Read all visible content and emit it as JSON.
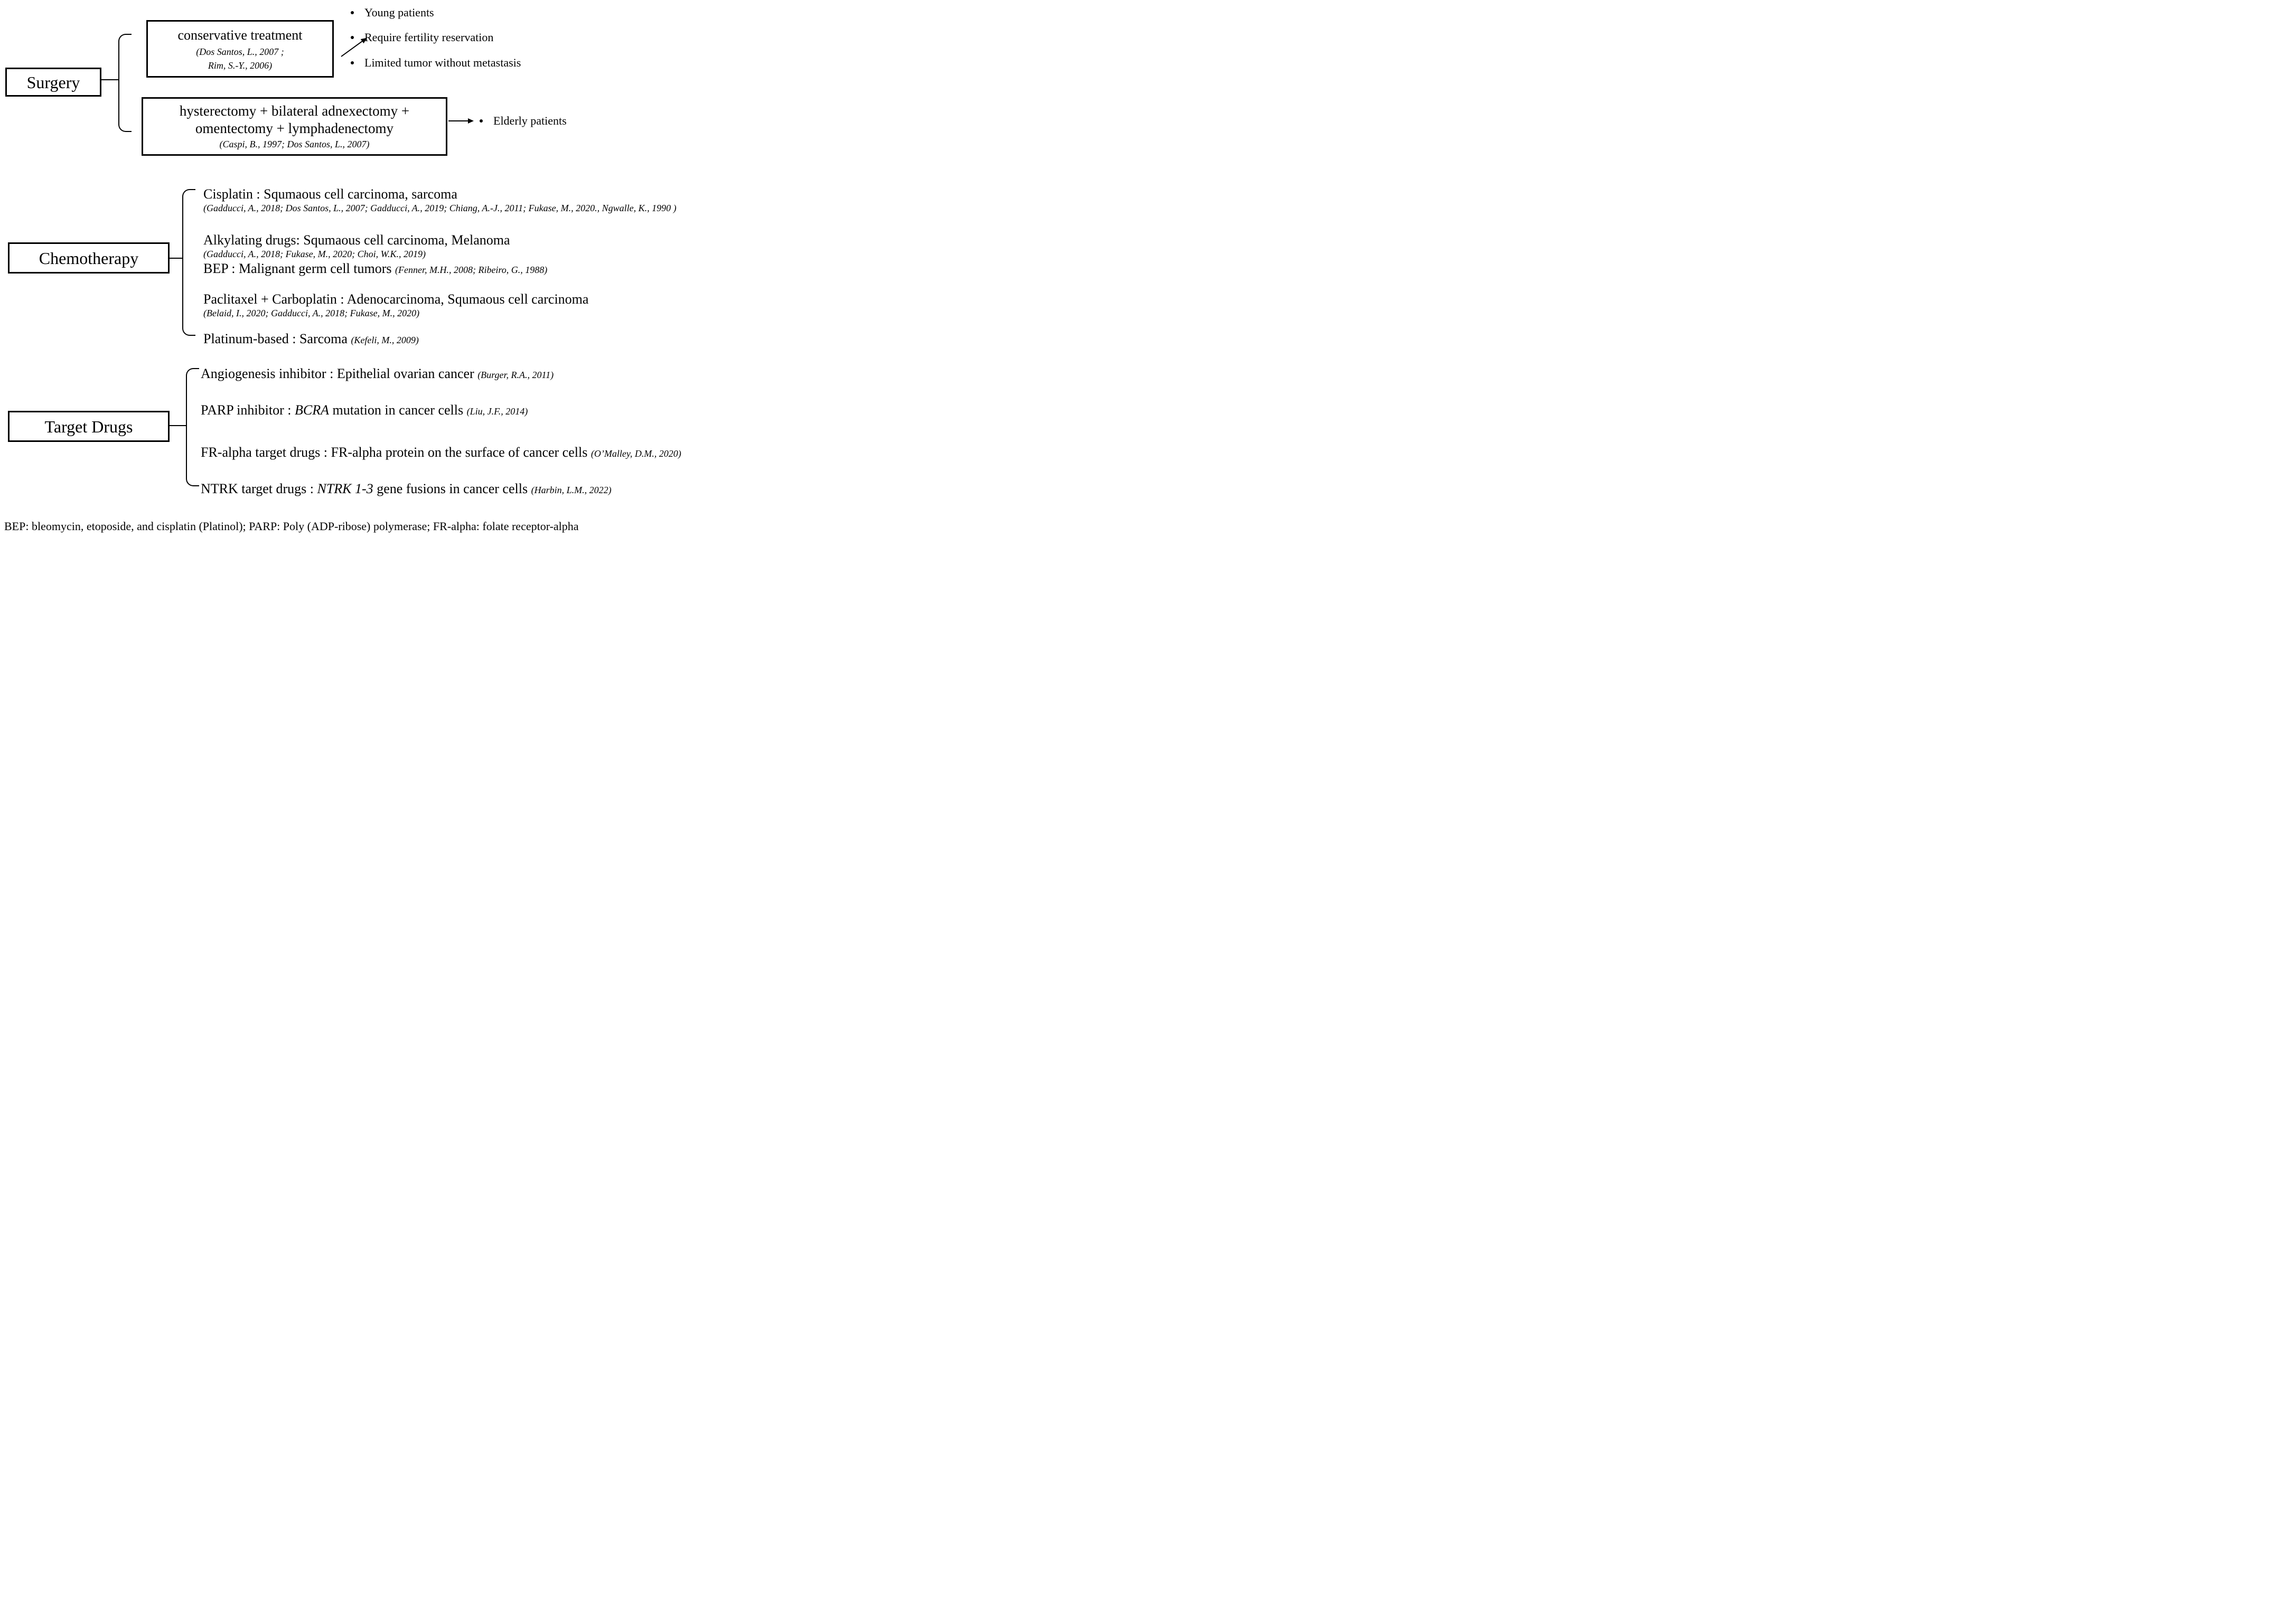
{
  "figure": {
    "background": "#ffffff",
    "ink": "#000000"
  },
  "surgery": {
    "label": "Surgery",
    "conservative": {
      "title": "conservative treatment",
      "citation_line1": "(Dos Santos, L., 2007 ;",
      "citation_line2": "Rim, S.-Y., 2006)",
      "bullets": [
        "Young patients",
        "Require fertility reservation",
        "Limited tumor without metastasis"
      ]
    },
    "radical": {
      "line1": "hysterectomy + bilateral adnexectomy +",
      "line2": "omentectomy +  lymphadenectomy",
      "citation": "(Caspi, B., 1997; Dos Santos, L., 2007)",
      "bullets": [
        "Elderly patients"
      ]
    }
  },
  "chemotherapy": {
    "label": "Chemotherapy",
    "items": [
      {
        "main": "Cisplatin : Squmaous cell carcinoma, sarcoma",
        "cite": "(Gadducci, A., 2018; Dos Santos, L., 2007; Gadducci, A., 2019; Chiang, A.-J.,  2011; Fukase, M., 2020., Ngwalle, K., 1990 )"
      },
      {
        "main": "Alkylating drugs: Squmaous cell carcinoma, Melanoma",
        "cite": "(Gadducci, A., 2018; Fukase, M., 2020; Choi, W.K., 2019)"
      },
      {
        "main": "BEP : Malignant germ cell tumors",
        "cite": "(Fenner, M.H., 2008; Ribeiro, G., 1988)"
      },
      {
        "main": "Paclitaxel + Carboplatin : Adenocarcinoma, Squmaous cell carcinoma",
        "cite": "(Belaid, I., 2020; Gadducci, A., 2018; Fukase, M., 2020)"
      },
      {
        "main": "Platinum-based : Sarcoma",
        "cite": "(Kefeli, M., 2009)"
      }
    ]
  },
  "target_drugs": {
    "label": "Target Drugs",
    "items": [
      {
        "pre": "Angiogenesis inhibitor : Epithelial ovarian cancer ",
        "em": "",
        "post": "",
        "cite": "(Burger, R.A., 2011)"
      },
      {
        "pre": "PARP inhibitor : ",
        "em": "BCRA",
        "post": " mutation in cancer cells ",
        "cite": "(Liu, J.F., 2014)"
      },
      {
        "pre": "FR-alpha target drugs :  FR-alpha protein on the surface of cancer cells ",
        "em": "",
        "post": "",
        "cite": "(O’Malley, D.M., 2020)"
      },
      {
        "pre": "NTRK target drugs :  ",
        "em": "NTRK 1-3",
        "post": " gene fusions in cancer cells ",
        "cite": "(Harbin, L.M., 2022)"
      }
    ]
  },
  "footer": {
    "text": "BEP: bleomycin, etoposide, and cisplatin (Platinol); PARP: Poly (ADP-ribose) polymerase; FR-alpha: folate receptor-alpha"
  }
}
